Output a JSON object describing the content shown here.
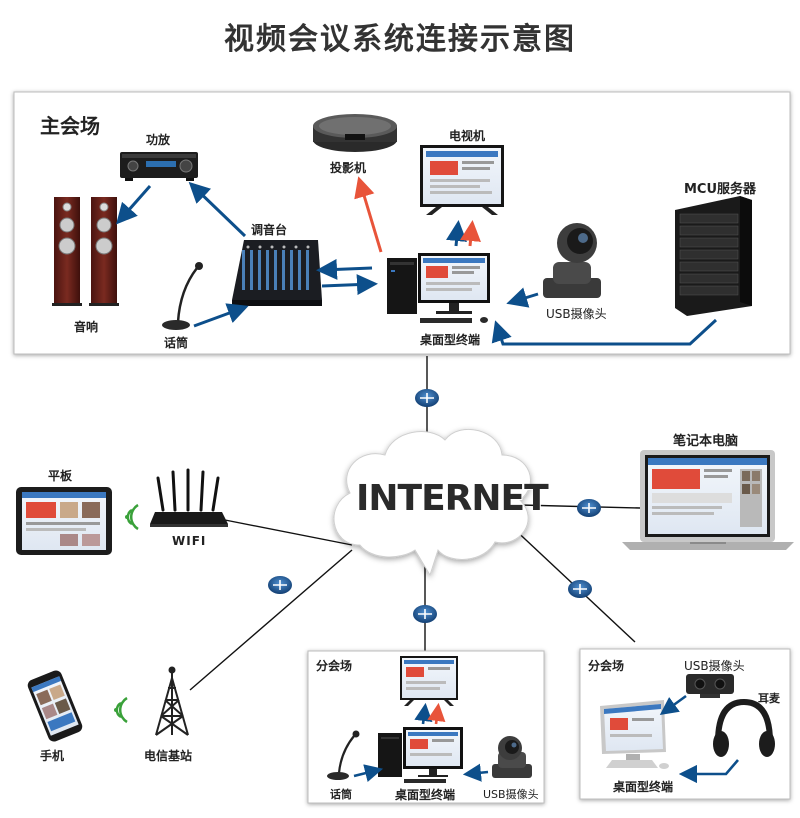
{
  "title": "视频会议系统连接示意图",
  "main_venue": {
    "label": "主会场",
    "power_amp": "功放",
    "speakers": "音响",
    "mixer": "调音台",
    "microphone": "话筒",
    "projector": "投影机",
    "tv": "电视机",
    "desktop_terminal": "桌面型终端",
    "usb_camera": "USB摄像头",
    "mcu_server": "MCU服务器"
  },
  "internet": "INTERNET",
  "tablet": "平板",
  "wifi": "WIFI",
  "laptop": "笔记本电脑",
  "phone": "手机",
  "base_station": "电信基站",
  "branch_venue_1": {
    "label": "分会场",
    "microphone": "话筒",
    "desktop_terminal": "桌面型终端",
    "usb_camera": "USB摄像头"
  },
  "branch_venue_2": {
    "label": "分会场",
    "usb_camera": "USB摄像头",
    "headset": "耳麦",
    "desktop_terminal": "桌面型终端"
  },
  "colors": {
    "blue_arrow": "#0d4f8b",
    "red_arrow": "#e8543a",
    "wifi_green": "#3aa13a",
    "router_blue": "#1f5fa0"
  }
}
